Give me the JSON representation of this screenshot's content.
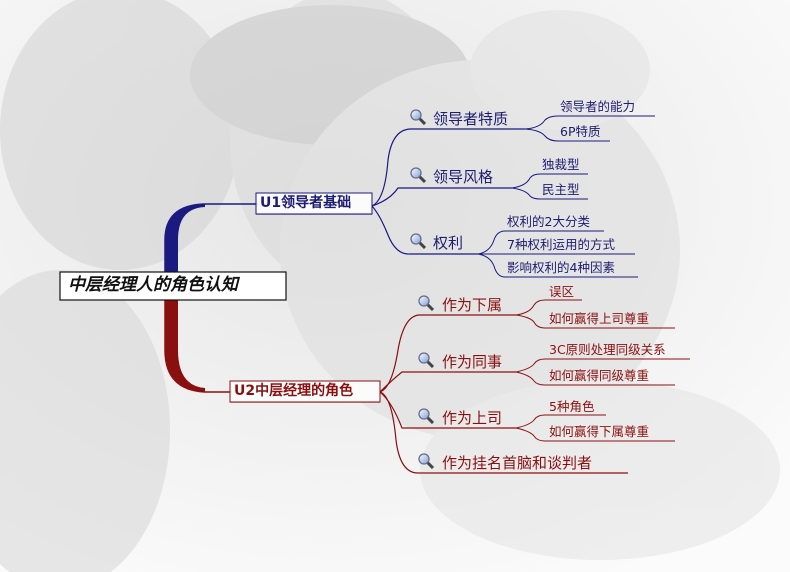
{
  "root": "中层经理人的角色认知",
  "branches": [
    {
      "label": "U1领导者基础",
      "color": "#1a1a80",
      "topics": [
        {
          "label": "领导者特质",
          "items": [
            "领导者的能力",
            "6P特质"
          ]
        },
        {
          "label": "领导风格",
          "items": [
            "独裁型",
            "民主型"
          ]
        },
        {
          "label": "权利",
          "items": [
            "权利的2大分类",
            "7种权利运用的方式",
            "影响权利的4种因素"
          ]
        }
      ]
    },
    {
      "label": "U2中层经理的角色",
      "color": "#8a1010",
      "topics": [
        {
          "label": "作为下属",
          "items": [
            "误区",
            "如何赢得上司尊重"
          ]
        },
        {
          "label": "作为同事",
          "items": [
            "3C原则处理同级关系",
            "如何赢得同级尊重"
          ]
        },
        {
          "label": "作为上司",
          "items": [
            "5种角色",
            "如何赢得下属尊重"
          ]
        },
        {
          "label": "作为挂名首脑和谈判者",
          "items": []
        }
      ]
    }
  ],
  "colors": {
    "blue": "#1a1a80",
    "red": "#8a1010",
    "background": "#f4f4f4"
  },
  "icons": {
    "topic_marker": "magnifier-icon"
  }
}
